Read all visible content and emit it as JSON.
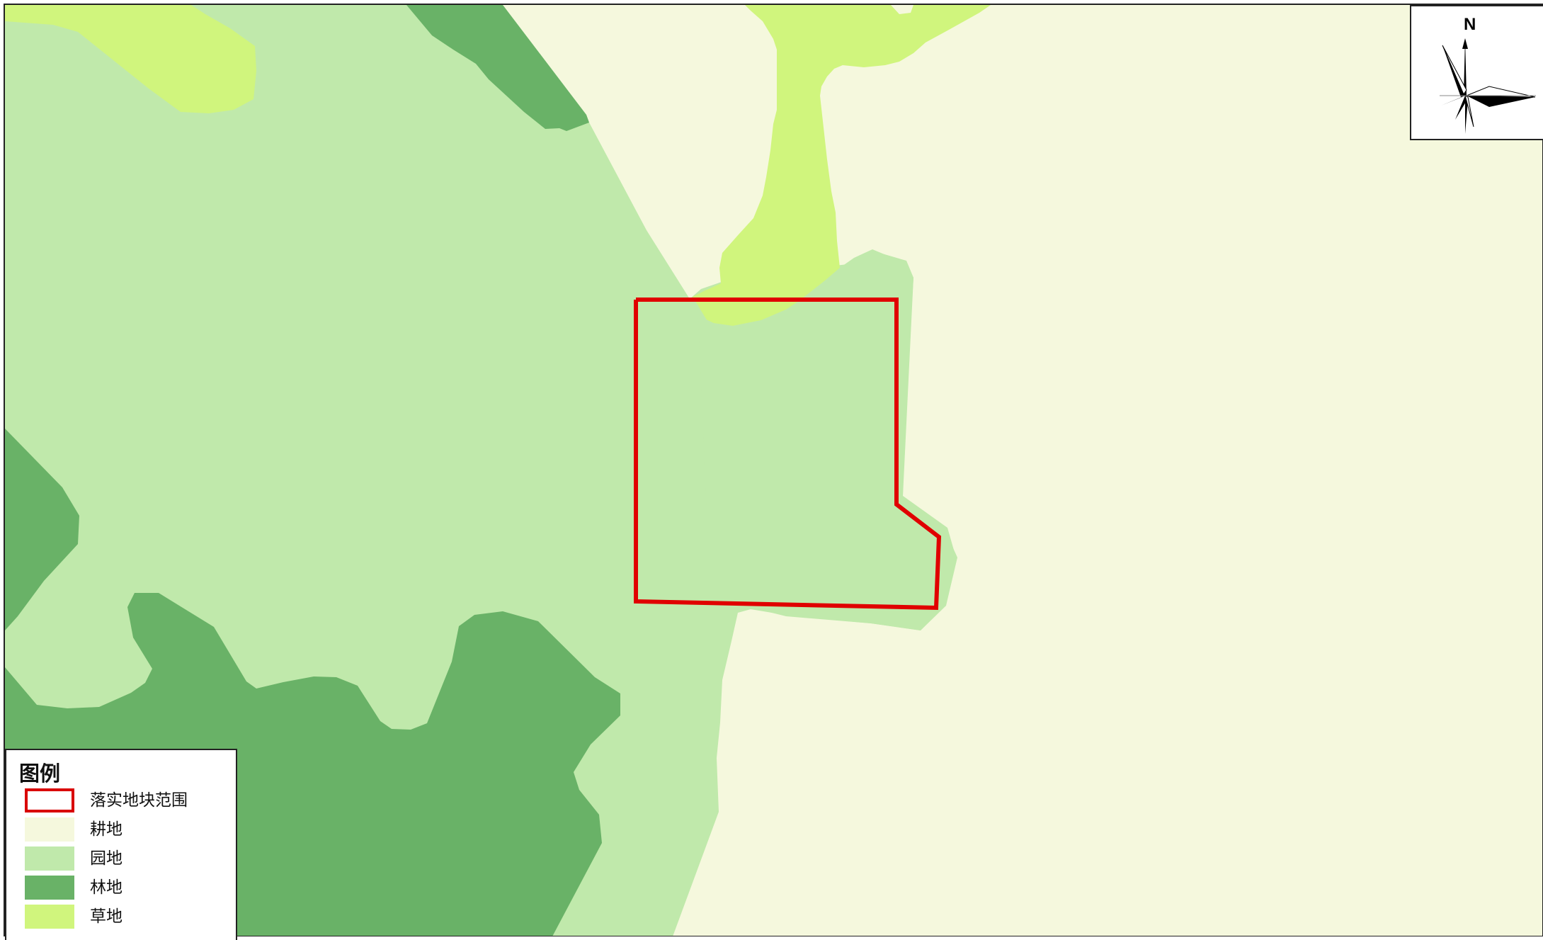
{
  "map": {
    "colors": {
      "farmland": "#f5f8dd",
      "garden": "#c0e9ab",
      "forest": "#69b267",
      "grassland": "#d0f57d",
      "boundary": "#e00000"
    }
  },
  "north_arrow": {
    "label": "N",
    "icon": "compass-rose-icon"
  },
  "legend": {
    "title": "图例",
    "items": [
      {
        "label": "落实地块范围",
        "kind": "outline",
        "color": "#d90000"
      },
      {
        "label": "耕地",
        "kind": "fill",
        "color": "#f5f8dd"
      },
      {
        "label": "园地",
        "kind": "fill",
        "color": "#c0e9ab"
      },
      {
        "label": "林地",
        "kind": "fill",
        "color": "#69b267"
      },
      {
        "label": "草地",
        "kind": "fill",
        "color": "#d0f57d"
      }
    ]
  }
}
